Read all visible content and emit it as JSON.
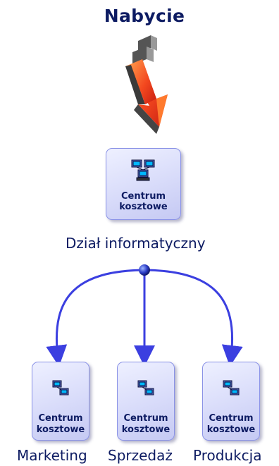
{
  "title": "Nabycie",
  "root": {
    "line1": "Centrum",
    "line2": "kosztowe",
    "caption": "Dział informatyczny",
    "icon": "network-computers-icon"
  },
  "children": [
    {
      "line1": "Centrum",
      "line2": "kosztowe",
      "caption": "Marketing",
      "icon": "network-computers-icon"
    },
    {
      "line1": "Centrum",
      "line2": "kosztowe",
      "caption": "Sprzedaż",
      "icon": "network-computers-icon"
    },
    {
      "line1": "Centrum",
      "line2": "kosztowe",
      "caption": "Produkcja",
      "icon": "network-computers-icon"
    }
  ],
  "colors": {
    "text": "#0d1b62",
    "connector": "#3b3fe0",
    "arrow_red": "#e8321e",
    "arrow_orange": "#ff8a3a"
  }
}
